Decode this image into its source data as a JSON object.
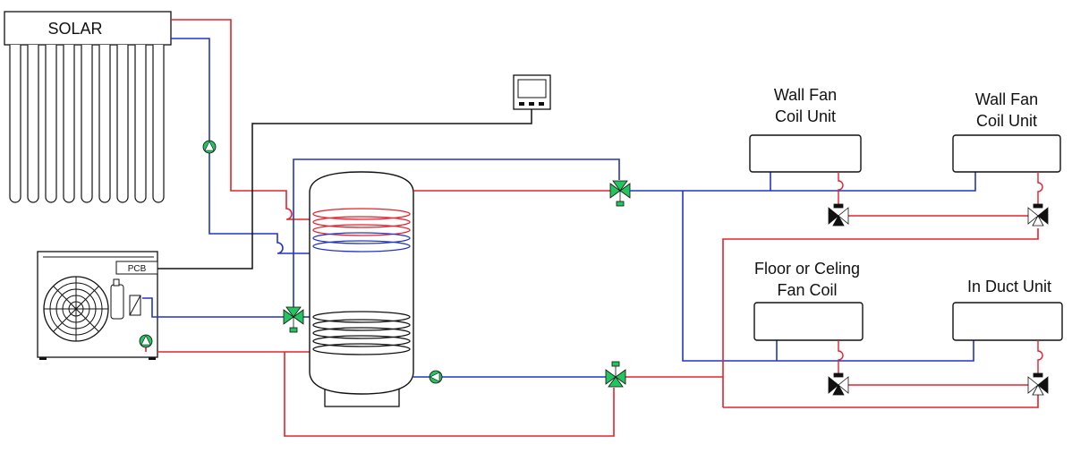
{
  "solar": {
    "label": "SOLAR"
  },
  "heat_pump": {
    "pcb_label": "PCB"
  },
  "units": {
    "wall1": {
      "line1": "Wall Fan",
      "line2": "Coil Unit"
    },
    "wall2": {
      "line1": "Wall Fan",
      "line2": "Coil Unit"
    },
    "floor": {
      "line1": "Floor or Celing",
      "line2": "Fan Coil"
    },
    "duct": {
      "line1": "In Duct Unit"
    }
  },
  "colors": {
    "hot_pipe": "#e8202a",
    "cold_pipe": "#2233cc",
    "control_wire": "#111111",
    "valve": "#22c55e"
  }
}
